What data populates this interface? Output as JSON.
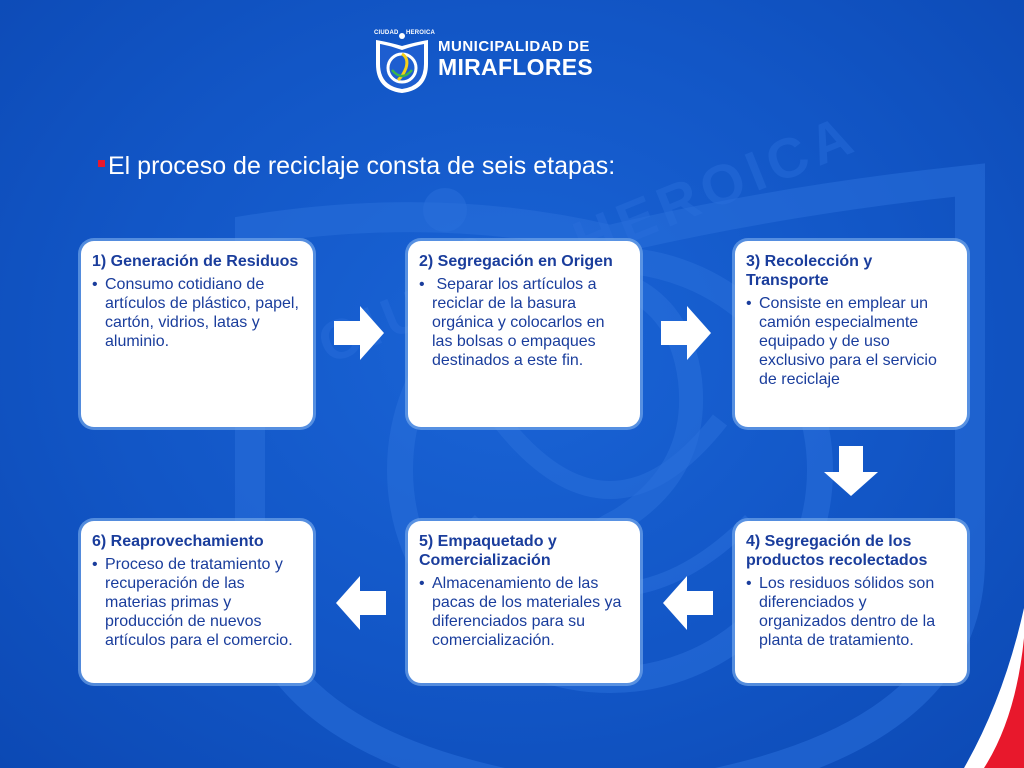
{
  "logo": {
    "ciudad": "CIUDAD",
    "heroica": "HEROICA",
    "line1": "MUNICIPALIDAD DE",
    "line2": "MIRAFLORES"
  },
  "heading": "El proceso de reciclaje consta de seis etapas:",
  "watermark_text": "CIUDAD HEROICA",
  "bullet_char": "•",
  "colors": {
    "background": "#1256c6",
    "card": "#ffffff",
    "card_text": "#1a3d9c",
    "accent_red": "#e8182c",
    "arrow": "#ffffff"
  },
  "steps": [
    {
      "title": "1) Generación de Residuos",
      "description": "Consumo cotidiano de artículos de plástico, papel, cartón, vidrios, latas y aluminio."
    },
    {
      "title": "2) Segregación en Origen",
      "description": " Separar los artículos a reciclar de la basura orgánica y colocarlos en las bolsas o empaques destinados a este fin."
    },
    {
      "title": "3) Recolección y Transporte",
      "description": "Consiste en emplear un camión especialmente equipado y de uso exclusivo para el servicio de reciclaje"
    },
    {
      "title": "4) Segregación de los productos recolectados",
      "description": "Los residuos sólidos son diferenciados y organizados dentro de la planta de tratamiento."
    },
    {
      "title": "5) Empaquetado y Comercialización",
      "description": "Almacenamiento de las pacas de los materiales ya diferenciados  para su comercialización."
    },
    {
      "title": "6) Reaprovechamiento",
      "description": "Proceso de  tratamiento y recuperación de las materias primas y producción de nuevos artículos para el comercio."
    }
  ],
  "flow": [
    "step1-to-step2",
    "step2-to-step3",
    "step3-to-step4",
    "step4-to-step5",
    "step5-to-step6"
  ]
}
